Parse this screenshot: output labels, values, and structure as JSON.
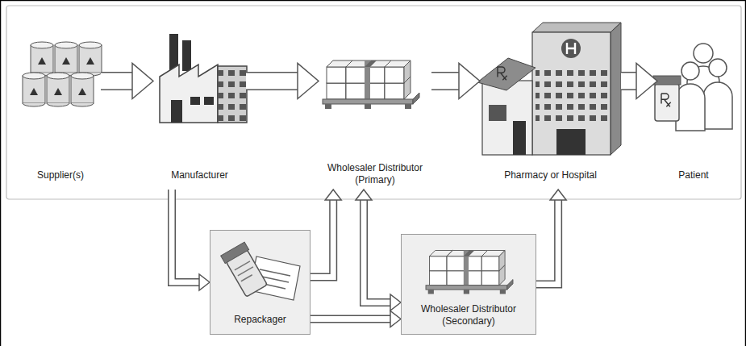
{
  "diagram": {
    "nodes": [
      {
        "text": [
          "Supplier(s)"
        ]
      },
      {
        "text": [
          "Manufacturer"
        ]
      },
      {
        "text": [
          "Wholesaler Distributor (Primary)"
        ]
      },
      {
        "text": [
          "Pharmacy or Hospital"
        ]
      },
      {
        "text": [
          "Patient"
        ]
      },
      {
        "text": [
          "Repackager"
        ]
      },
      {
        "text": [
          "Wholesaler Distributor (Secondary)"
        ]
      }
    ],
    "edges": [
      {
        "from": 0,
        "to": 1,
        "arrow": "to"
      },
      {
        "from": 1,
        "to": 2,
        "arrow": "to"
      },
      {
        "from": 2,
        "to": 3,
        "arrow": "to"
      },
      {
        "from": 3,
        "to": 4,
        "arrow": "to"
      },
      {
        "from": 1,
        "to": 5,
        "arrow": "to"
      },
      {
        "from": 5,
        "to": 2,
        "arrow": "to"
      },
      {
        "from": 2,
        "to": 6,
        "arrow": "both"
      },
      {
        "from": 5,
        "to": 6,
        "arrow": "to"
      },
      {
        "from": 6,
        "to": 3,
        "arrow": "to"
      }
    ]
  }
}
